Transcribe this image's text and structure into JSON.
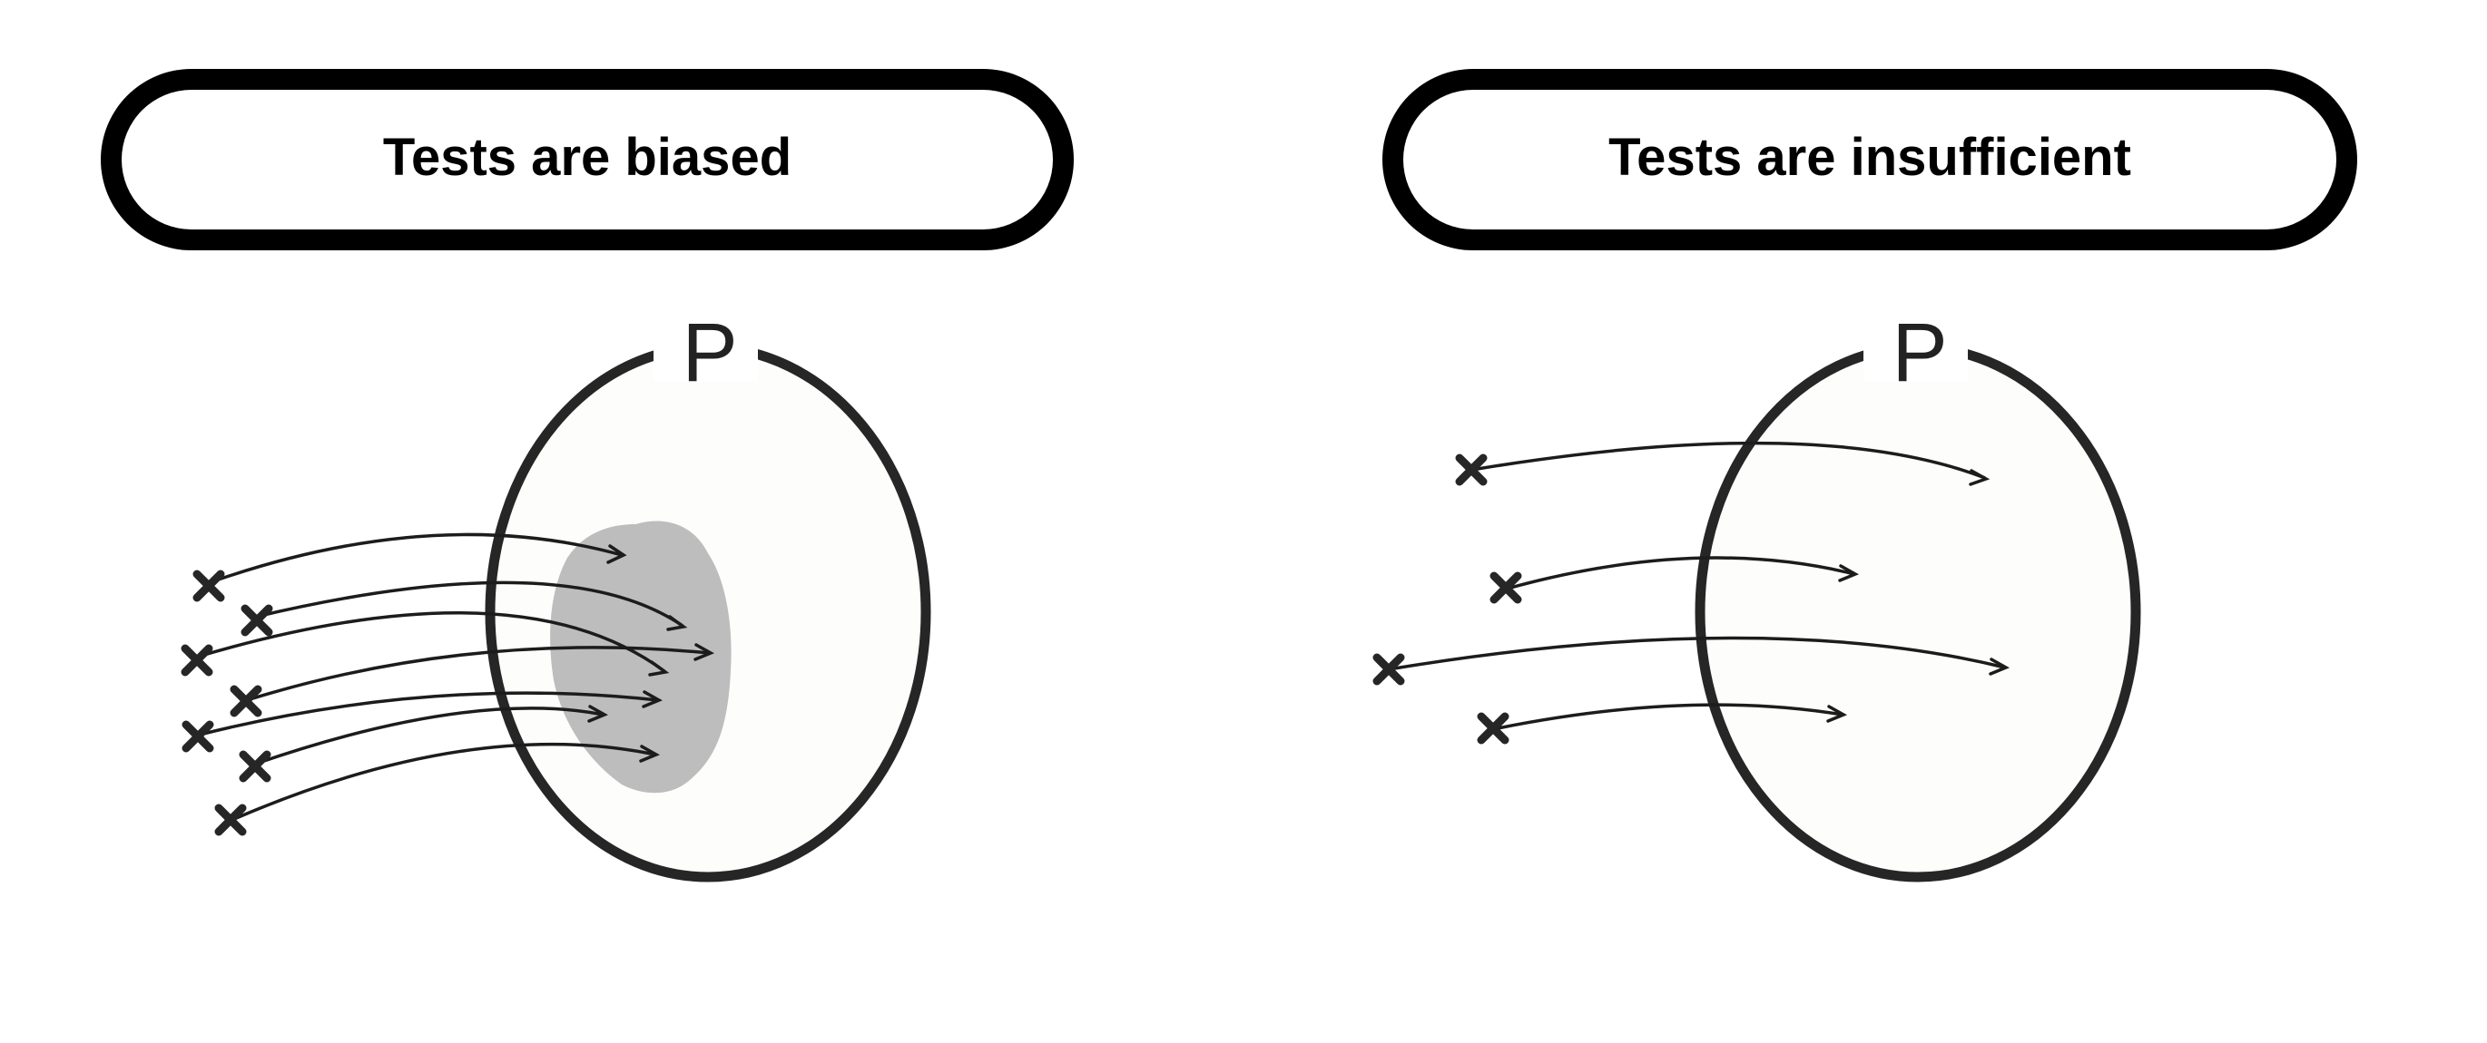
{
  "panels": [
    {
      "title": "Tests are biased",
      "set_label": "P"
    },
    {
      "title": "Tests are insufficient",
      "set_label": "P"
    }
  ],
  "icons": {
    "sample": "cross-mark-icon",
    "arrow": "arrow-icon"
  },
  "colors": {
    "outline": "#262626",
    "bias_region": "#bdbdbd",
    "background": "#ffffff"
  }
}
